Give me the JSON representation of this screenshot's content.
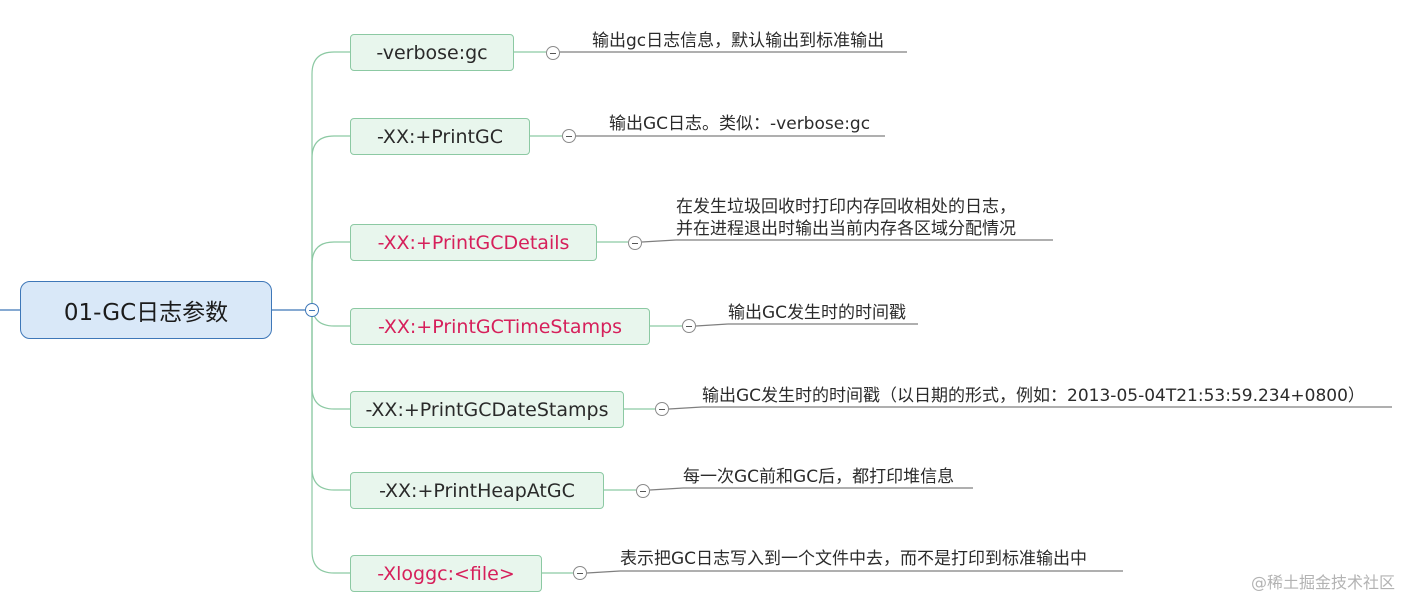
{
  "root": {
    "label": "01-GC日志参数"
  },
  "branches": [
    {
      "label": "-verbose:gc",
      "note": [
        "输出gc日志信息，默认输出到标准输出"
      ],
      "highlight": false
    },
    {
      "label": "-XX:+PrintGC",
      "note": [
        "输出GC日志。类似：-verbose:gc"
      ],
      "highlight": false
    },
    {
      "label": "-XX:+PrintGCDetails",
      "note": [
        "在发生垃圾回收时打印内存回收相处的日志，",
        "并在进程退出时输出当前内存各区域分配情况"
      ],
      "highlight": true
    },
    {
      "label": "-XX:+PrintGCTimeStamps",
      "note": [
        "输出GC发生时的时间戳"
      ],
      "highlight": true
    },
    {
      "label": "-XX:+PrintGCDateStamps",
      "note": [
        "输出GC发生时的时间戳（以日期的形式，例如：2013-05-04T21:53:59.234+0800）"
      ],
      "highlight": false
    },
    {
      "label": "-XX:+PrintHeapAtGC",
      "note": [
        "每一次GC前和GC后，都打印堆信息"
      ],
      "highlight": false
    },
    {
      "label": "-Xloggc:<file>",
      "note": [
        "表示把GC日志写入到一个文件中去，而不是打印到标准输出中"
      ],
      "highlight": true
    }
  ],
  "watermark": "@稀土掘金技术社区",
  "colors": {
    "root_border": "#3e77b8",
    "root_fill": "#d9e8f8",
    "node_border": "#8cc9a3",
    "node_fill": "#e8f6ed",
    "connector": "#8cc9a3",
    "highlight_text": "#d6205b",
    "note_underline": "#7f7f7f"
  }
}
